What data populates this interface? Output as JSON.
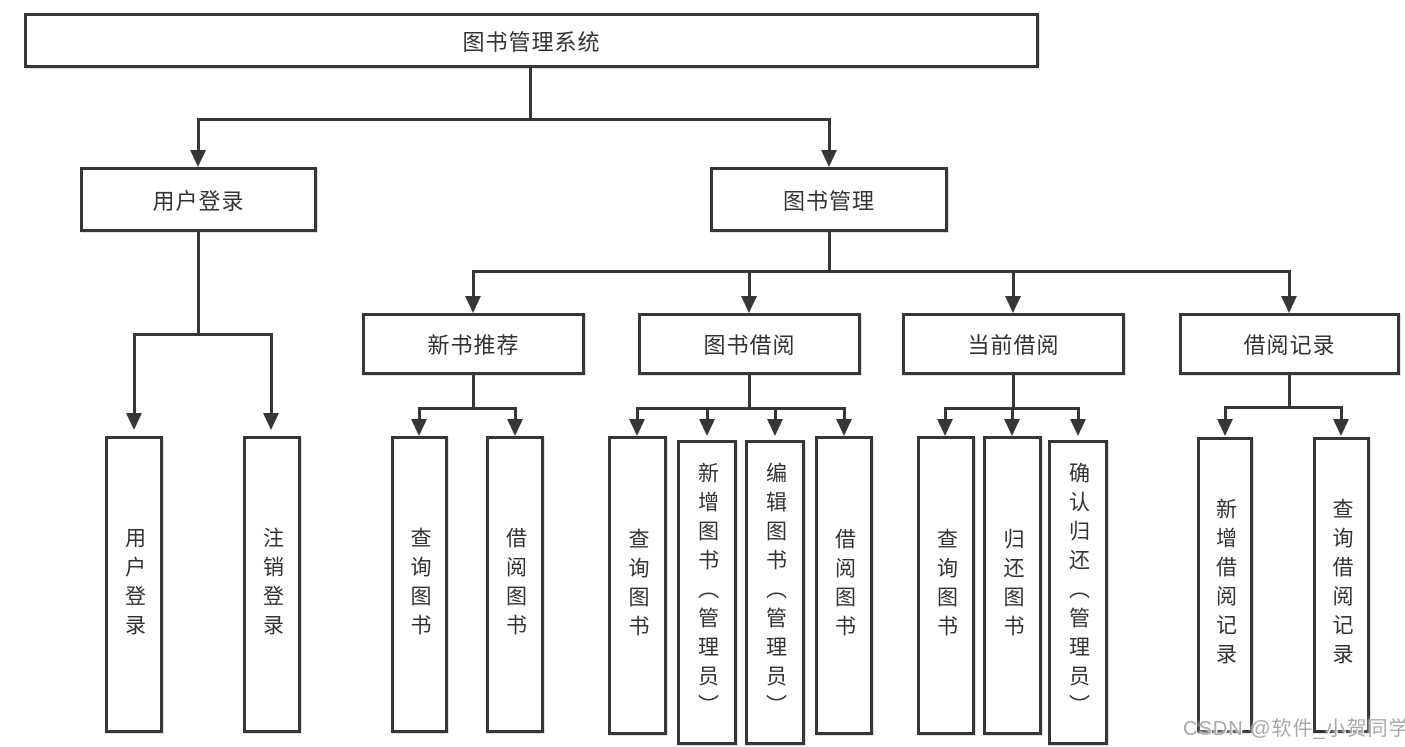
{
  "colors": {
    "line": "#363636",
    "text": "#333333",
    "watermark": "#a9a9a9",
    "background": "#ffffff"
  },
  "watermark": "CSDN @软件_小贺同学",
  "tree": {
    "label": "图书管理系统",
    "children": [
      {
        "label": "用户登录",
        "children": [
          {
            "label": "用户登录"
          },
          {
            "label": "注销登录"
          }
        ]
      },
      {
        "label": "图书管理",
        "children": [
          {
            "label": "新书推荐",
            "children": [
              {
                "label": "查询图书"
              },
              {
                "label": "借阅图书"
              }
            ]
          },
          {
            "label": "图书借阅",
            "children": [
              {
                "label": "查询图书"
              },
              {
                "label": "新增图书（管理员）"
              },
              {
                "label": "编辑图书（管理员）"
              },
              {
                "label": "借阅图书"
              }
            ]
          },
          {
            "label": "当前借阅",
            "children": [
              {
                "label": "查询图书"
              },
              {
                "label": "归还图书"
              },
              {
                "label": "确认归还（管理员）"
              }
            ]
          },
          {
            "label": "借阅记录",
            "children": [
              {
                "label": "新增借阅记录"
              },
              {
                "label": "查询借阅记录"
              }
            ]
          }
        ]
      }
    ]
  }
}
